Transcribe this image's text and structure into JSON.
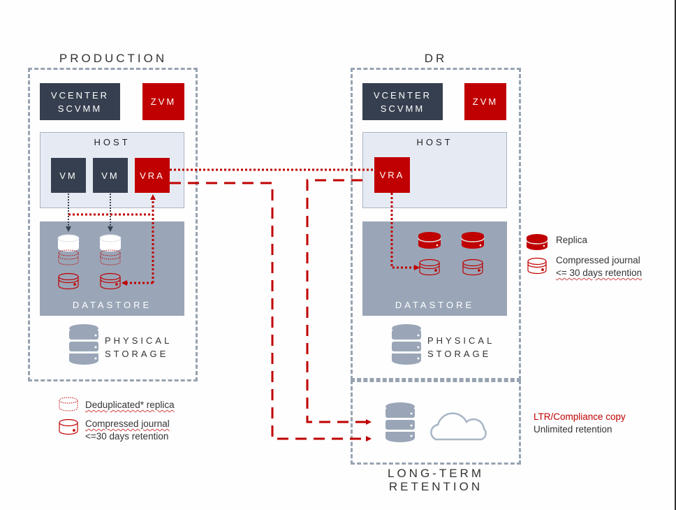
{
  "sites": {
    "production": {
      "title": "PRODUCTION",
      "vcenter_line1": "VCENTER",
      "vcenter_line2": "SCVMM",
      "zvm": "ZVM",
      "host": "HOST",
      "vms": [
        "VM",
        "VM"
      ],
      "vra": "VRA",
      "datastore": "DATASTORE",
      "physical_line1": "PHYSICAL",
      "physical_line2": "STORAGE"
    },
    "dr": {
      "title": "DR",
      "vcenter_line1": "VCENTER",
      "vcenter_line2": "SCVMM",
      "zvm": "ZVM",
      "host": "HOST",
      "vra": "VRA",
      "datastore": "DATASTORE",
      "physical_line1": "PHYSICAL",
      "physical_line2": "STORAGE"
    },
    "ltr": {
      "title_line1": "LONG-TERM",
      "title_line2": "RETENTION"
    }
  },
  "legend_production": [
    {
      "icon": "deduplicated-replica-disk-icon",
      "label": "Deduplicated* replica"
    },
    {
      "icon": "compressed-journal-disk-icon",
      "label_line1": "Compressed journal",
      "label_line2": "<=30 days retention"
    }
  ],
  "legend_dr": [
    {
      "icon": "replica-disk-icon",
      "label": "Replica"
    },
    {
      "icon": "compressed-journal-disk-icon",
      "label_line1": "Compressed journal",
      "label_line2": "<= 30 days retention"
    }
  ],
  "legend_ltr": {
    "line1": "LTR/Compliance copy",
    "line2": "Unlimited retention"
  },
  "colors": {
    "accent_red": "#c00000",
    "dark_box": "#363f4f",
    "host_bg": "#e6ebf3",
    "datastore_bg": "#9aa6b7",
    "dashed_border": "#97a3b1"
  }
}
